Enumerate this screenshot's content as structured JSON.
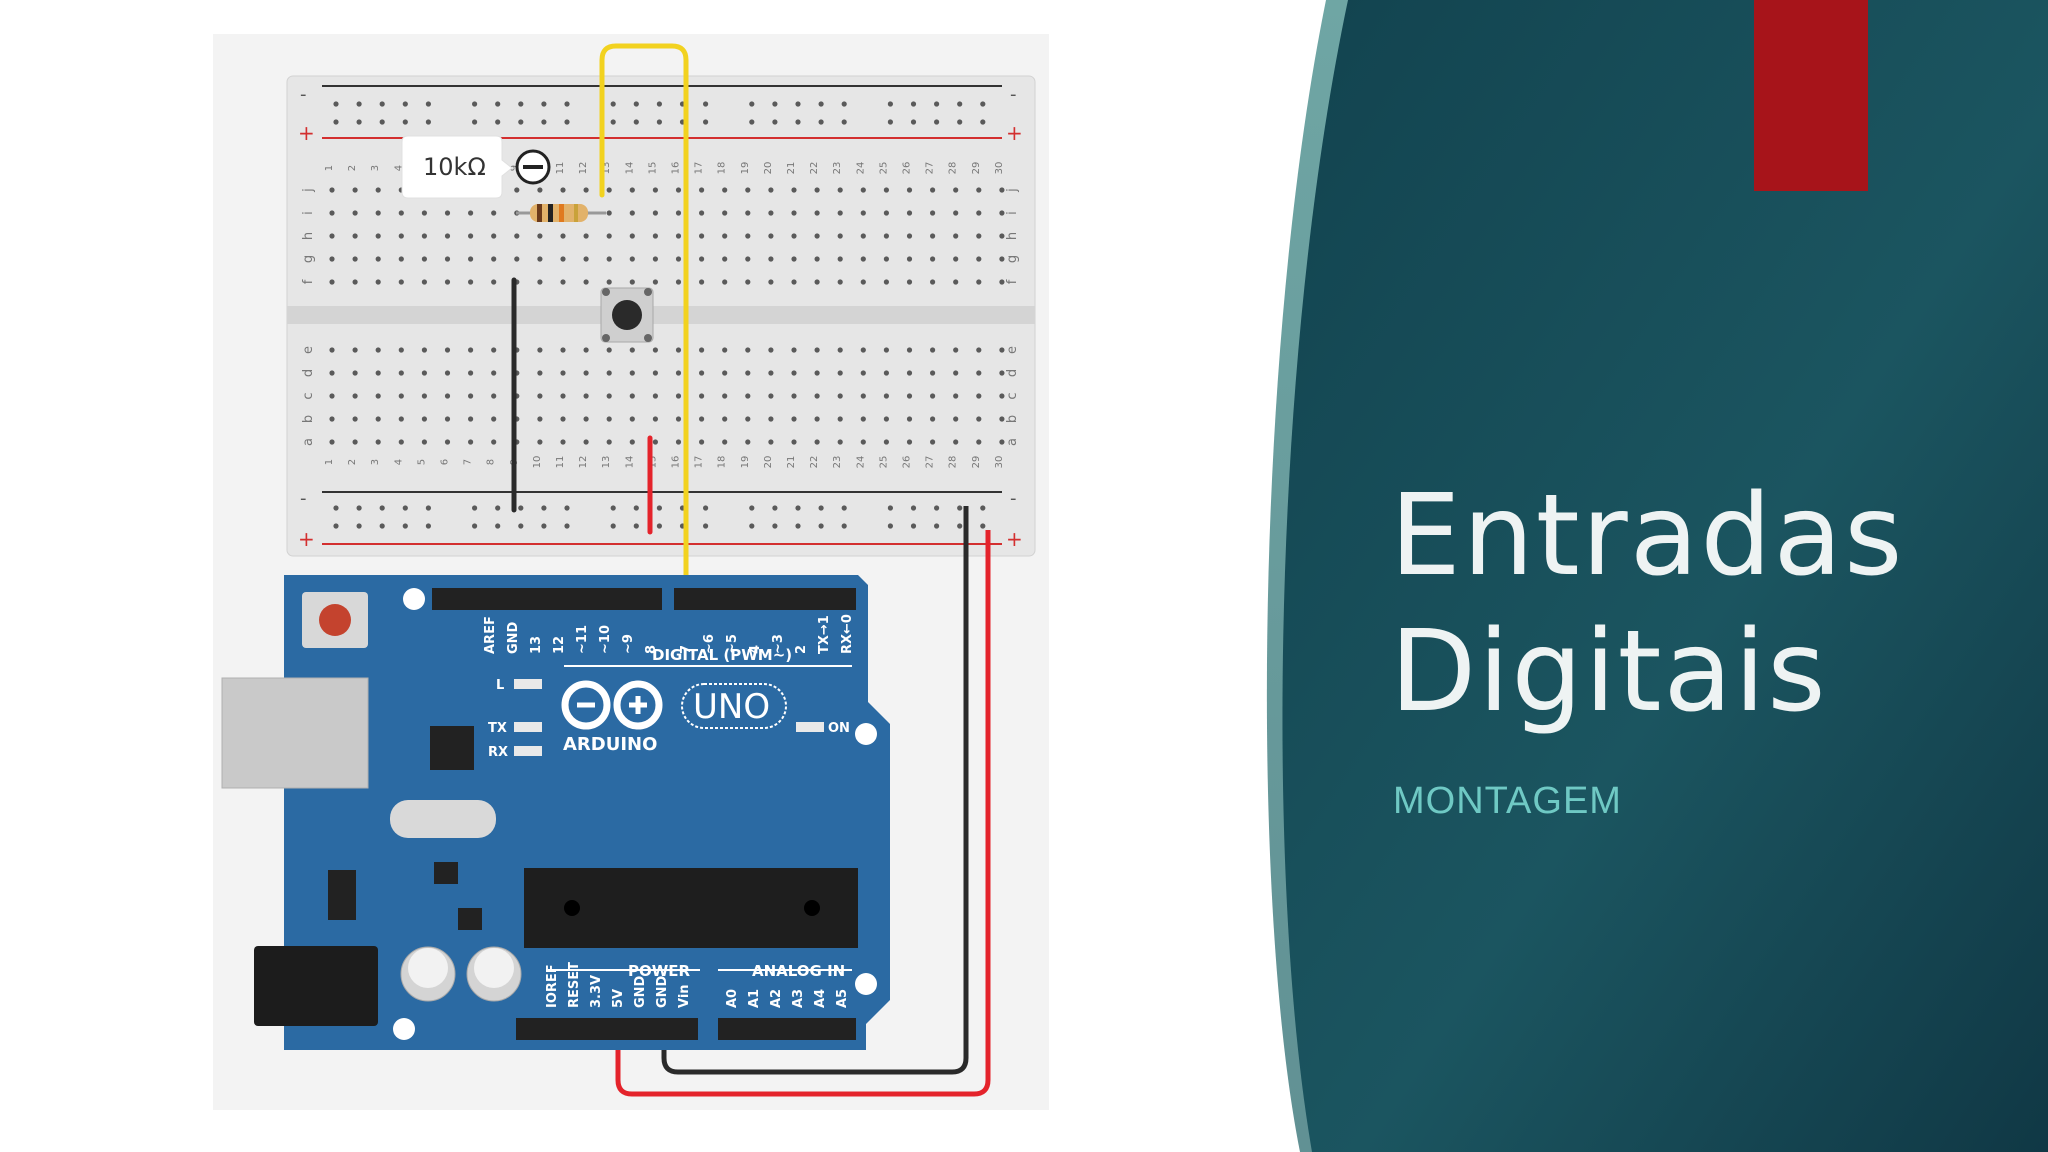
{
  "slide": {
    "title_line1": "Entradas",
    "title_line2": "Digitais",
    "subtitle": "MONTAGEM"
  },
  "circuit": {
    "resistor_label": "10kΩ",
    "breadboard": {
      "rail_minus": "-",
      "rail_plus": "+",
      "rows_top": [
        "j",
        "i",
        "h",
        "g",
        "f"
      ],
      "rows_bottom": [
        "e",
        "d",
        "c",
        "b",
        "a"
      ],
      "columns": [
        "1",
        "2",
        "3",
        "4",
        "5",
        "6",
        "7",
        "8",
        "9",
        "10",
        "11",
        "12",
        "13",
        "14",
        "15",
        "16",
        "17",
        "18",
        "19",
        "20",
        "21",
        "22",
        "23",
        "24",
        "25",
        "26",
        "27",
        "28",
        "29",
        "30"
      ]
    },
    "arduino": {
      "brand": "ARDUINO",
      "model": "UNO",
      "digital_header": "DIGITAL (PWM~)",
      "digital_pins": [
        "AREF",
        "GND",
        "13",
        "12",
        "~11",
        "~10",
        "~9",
        "8",
        "7",
        "~6",
        "~5",
        "4",
        "~3",
        "2",
        "TX→1",
        "RX←0"
      ],
      "led_l": "L",
      "led_tx": "TX",
      "led_rx": "RX",
      "led_on": "ON",
      "power_header": "POWER",
      "power_pins": [
        "IOREF",
        "RESET",
        "3.3V",
        "5V",
        "GND",
        "GND",
        "Vin"
      ],
      "analog_header": "ANALOG IN",
      "analog_pins": [
        "A0",
        "A1",
        "A2",
        "A3",
        "A4",
        "A5"
      ]
    }
  },
  "colors": {
    "panel_teal_dark": "#0f3c4b",
    "panel_teal_light": "#2f6f74",
    "accent_red": "#a7141a",
    "board_blue": "#2b6aa3",
    "wire_yellow": "#f2d21f",
    "wire_red": "#e4232b",
    "wire_black": "#2a2a2a",
    "subtitle_teal": "#6fc9c4"
  }
}
